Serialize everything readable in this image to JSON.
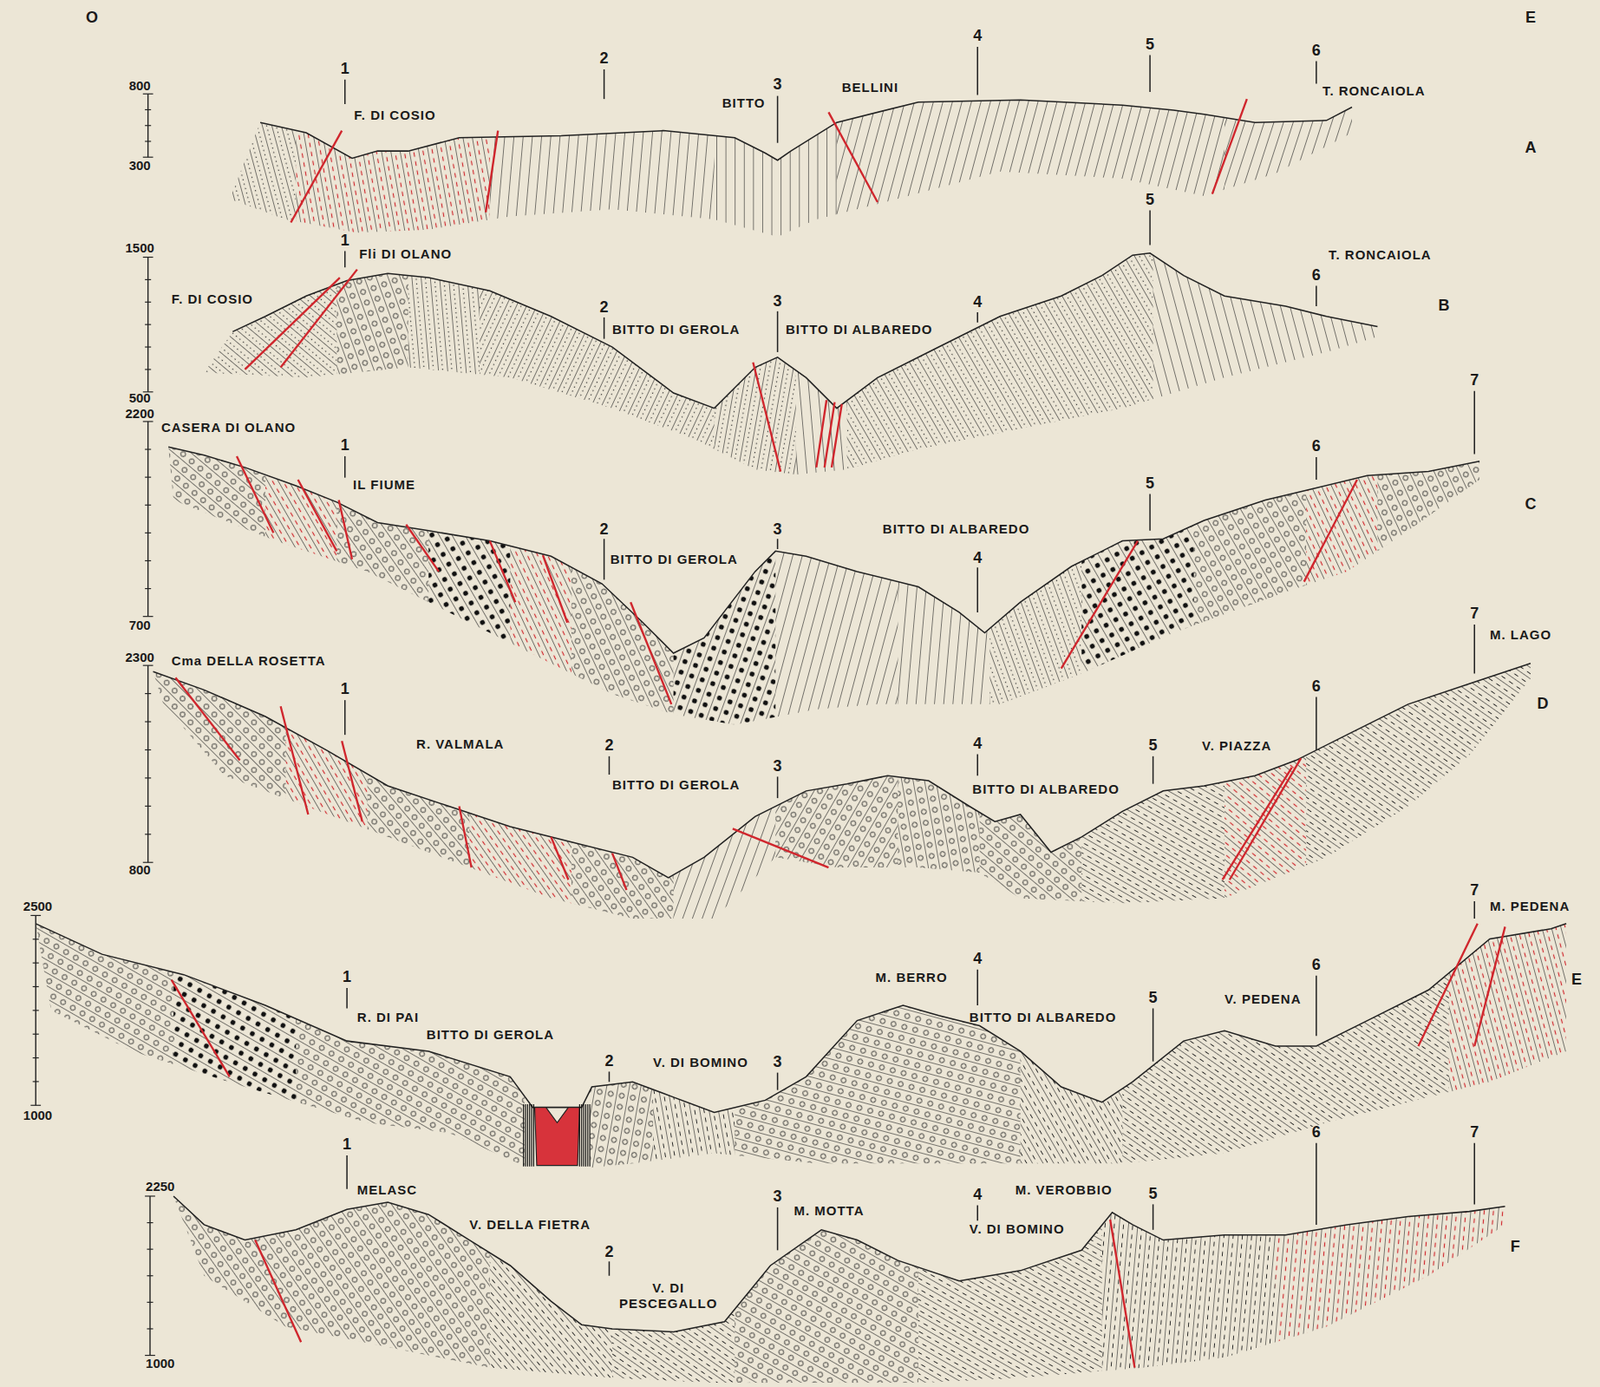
{
  "diagram": {
    "labels": [
      "O",
      "E",
      "800",
      "300",
      "1",
      "F. DI COSIO",
      "2",
      "3",
      "BITTO",
      "BELLINI",
      "4",
      "5",
      "6",
      "T. RONCAIOLA",
      "A",
      "1500",
      "500",
      "1",
      "Fli DI OLANO",
      "F. DI COSIO",
      "2",
      "BITTO DI GEROLA",
      "3",
      "BITTO DI ALBAREDO",
      "4",
      "5",
      "6",
      "T. RONCAIOLA",
      "B",
      "2200",
      "700",
      "CASERA DI OLANO",
      "1",
      "IL FIUME",
      "2",
      "BITTO DI GEROLA",
      "3",
      "BITTO DI ALBAREDO",
      "4",
      "5",
      "6",
      "7",
      "C",
      "2300",
      "800",
      "Cma DELLA ROSETTA",
      "1",
      "R. VALMALA",
      "2",
      "BITTO DI GEROLA",
      "3",
      "4",
      "BITTO DI ALBAREDO",
      "5",
      "V. PIAZZA",
      "6",
      "7",
      "M. LAGO",
      "D",
      "2500",
      "1000",
      "1",
      "R. DI PAI",
      "BITTO DI GEROLA",
      "2",
      "V. DI BOMINO",
      "3",
      "M. BERRO",
      "4",
      "BITTO DI ALBAREDO",
      "5",
      "V. PEDENA",
      "6",
      "7",
      "M. PEDENA",
      "E",
      "2250",
      "1000",
      "1",
      "MELASC",
      "V. DELLA FIETRA",
      "2",
      "V. DI PESCEGALLO",
      "3",
      "M. MOTTA",
      "4",
      "V. DI BOMINO",
      "M. VEROBBIO",
      "5",
      "6",
      "7",
      "F"
    ]
  }
}
